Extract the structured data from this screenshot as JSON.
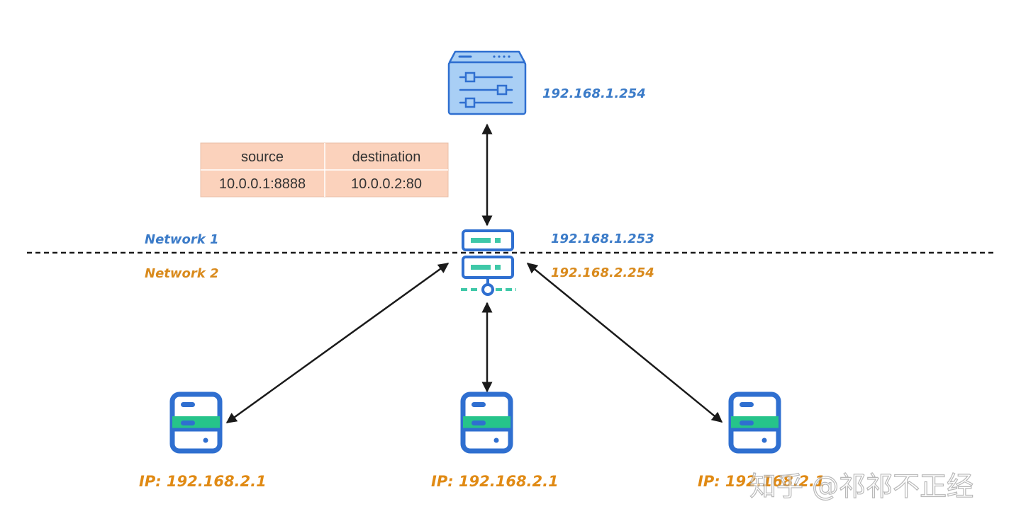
{
  "router": {
    "ip": "192.168.1.254"
  },
  "nat_table": {
    "headers": [
      "source",
      "destination"
    ],
    "rows": [
      [
        "10.0.0.1:8888",
        "10.0.0.2:80"
      ]
    ]
  },
  "networks": {
    "network1": "Network 1",
    "network2": "Network 2"
  },
  "gateway": {
    "ip_upper": "192.168.1.253",
    "ip_lower": "192.168.2.254"
  },
  "hosts": [
    {
      "label": "IP: 192.168.2.1"
    },
    {
      "label": "IP: 192.168.2.1"
    },
    {
      "label": "IP: 192.168.2.1"
    }
  ],
  "watermark": "知乎 @祁祁不正经",
  "colors": {
    "blue": "#2f6fd0",
    "teal": "#3fc8a8",
    "green": "#26c48a",
    "light_blue": "#a9cff5",
    "table_fill": "#fbd2bc",
    "orange": "#e08a14"
  }
}
